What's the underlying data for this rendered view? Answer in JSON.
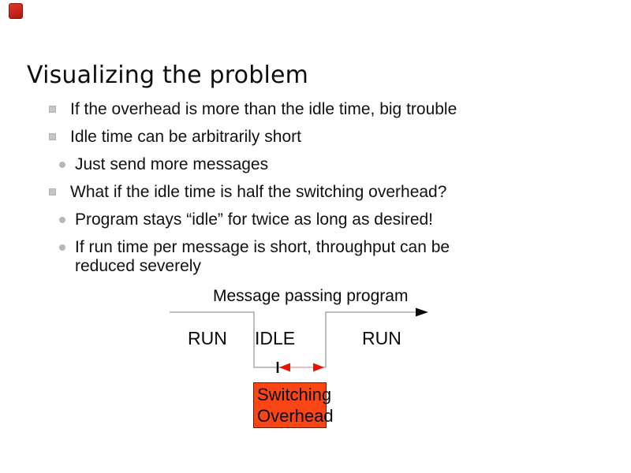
{
  "slide": {
    "corner_icon": {
      "color": "#c7251d"
    },
    "title": "Visualizing the problem",
    "bullets": [
      {
        "level": 1,
        "text": "If the overhead is more than the idle time, big trouble"
      },
      {
        "level": 1,
        "text": "Idle time can be arbitrarily short"
      },
      {
        "level": 2,
        "text": "Just send more messages"
      },
      {
        "level": 1,
        "text": "What if the idle time is half the switching overhead?"
      },
      {
        "level": 2,
        "text": "Program stays “idle” for twice as long as desired!"
      },
      {
        "level": 2,
        "text": "If run time per message is short, throughput can be\nreduced severely"
      }
    ],
    "diagram": {
      "caption": "Message passing program",
      "label_run_left": "RUN",
      "label_idle": "IDLE",
      "label_run_right": "RUN",
      "overhead_box": {
        "line1": "Switching",
        "line2": "Overhead",
        "fill": "#fa4515",
        "border": "#7a1500"
      },
      "colors": {
        "timeline_line": "#999999",
        "timeline_arrowhead": "#0a0a0a",
        "idle_tick": "#000000",
        "overhead_arrow": "#e81303"
      }
    },
    "bullet_marker_colors": {
      "square": "#c6c6c6",
      "circle": "#b8b8b8"
    }
  }
}
